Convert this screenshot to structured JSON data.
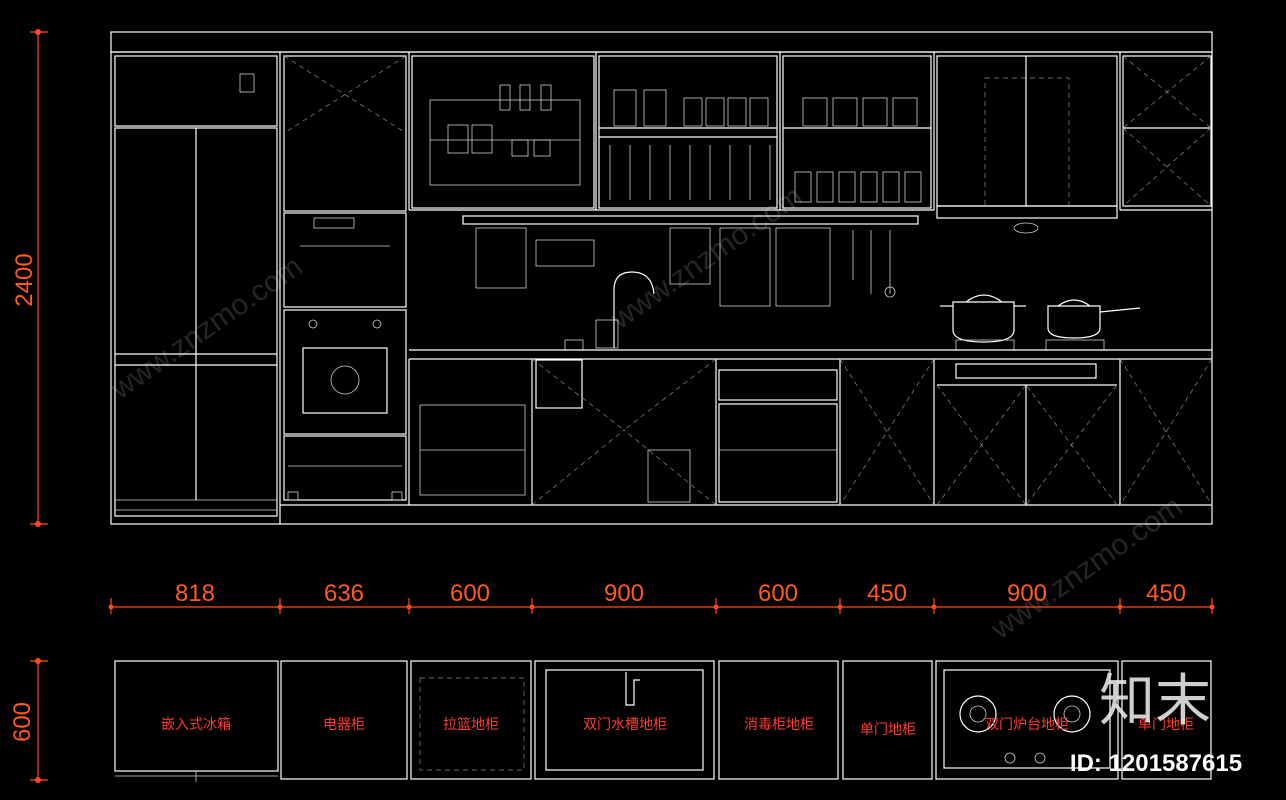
{
  "total_height_dim": "2400",
  "depth_dim": "600",
  "widths": [
    "818",
    "636",
    "600",
    "900",
    "600",
    "450",
    "900",
    "450"
  ],
  "labels": [
    "嵌入式冰箱",
    "电器柜",
    "拉篮地柜",
    "双门水槽地柜",
    "消毒柜地柜",
    "单门地柜",
    "双门炉台地柜",
    "单门地柜"
  ],
  "watermark": {
    "logo": "知末",
    "id": "ID: 1201587615",
    "site": "www.znzmo.com"
  },
  "colors": {
    "line": "#ffffff",
    "dim": "#ff5a1f",
    "label": "#ff3b2f",
    "bg": "#000000"
  }
}
